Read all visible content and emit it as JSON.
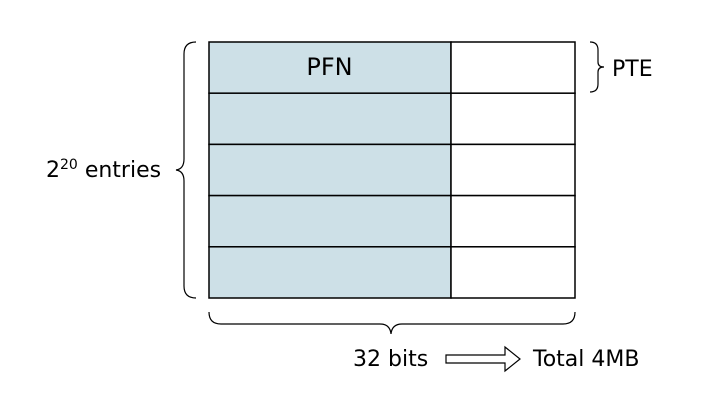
{
  "labels": {
    "pfn": "PFN",
    "pte": "PTE",
    "entries_base": "2",
    "entries_exponent": "20",
    "entries_word": " entries",
    "bits": "32 bits",
    "total": "Total 4MB"
  },
  "table": {
    "rows": 5,
    "columns": 2
  },
  "colors": {
    "pfn_fill": "#cde0e7",
    "other_fill": "#ffffff",
    "line": "#000000"
  }
}
